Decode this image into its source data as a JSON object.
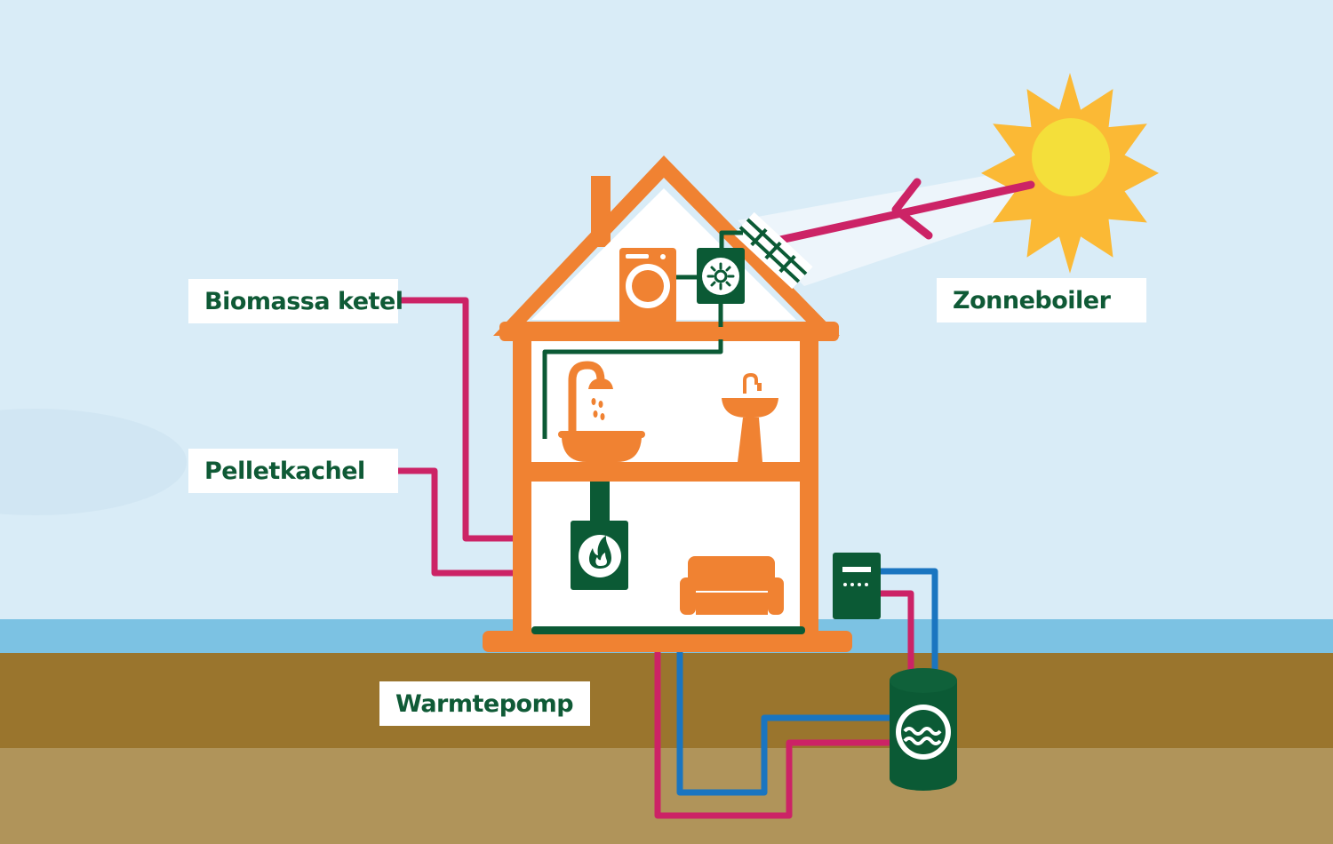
{
  "labels": {
    "biomassa_ketel": "Biomassa ketel",
    "pelletkachel": "Pelletkachel",
    "zonneboiler": "Zonneboiler",
    "warmtepomp": "Warmtepomp"
  },
  "colors": {
    "sky": "#d9ecf7",
    "water_strip": "#7cc2e3",
    "earth_top": "#9a752d",
    "earth_bottom": "#b0945a",
    "house_orange": "#f08232",
    "appliance_green": "#0b5a35",
    "hot_pipe": "#cc2366",
    "cold_pipe": "#1a75c0",
    "sun_rays": "#fbb935",
    "sun_core": "#f4df3a",
    "label_text": "#0f5a36"
  },
  "icons": [
    "washing-machine-icon",
    "solar-boiler-unit-icon",
    "solar-panel-icon",
    "shower-bath-icon",
    "sink-icon",
    "stove-flame-icon",
    "sofa-icon",
    "heat-pump-controller-icon",
    "water-tank-icon",
    "sun-icon"
  ]
}
